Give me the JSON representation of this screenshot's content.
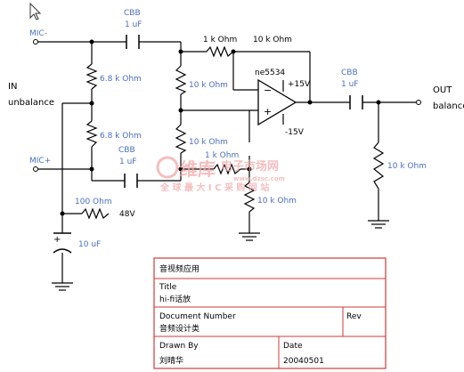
{
  "labels": {
    "mic_minus": "MIC-",
    "mic_plus": "MIC+",
    "in_line1": "IN",
    "in_line2": "unbalance",
    "out_line1": "OUT",
    "out_line2": "balance",
    "cbb_top_name": "CBB",
    "cbb_top_value": "1 uF",
    "cbb_mid_name": "CBB",
    "cbb_mid_value": "1 uF",
    "cbb_out_name": "CBB",
    "cbb_out_value": "1 uF",
    "r_68k_top": "6.8 k Ohm",
    "r_68k_bot": "6.8 k Ohm",
    "r_1k_top": "1 k Ohm",
    "r_10k_top": "10 k Ohm",
    "r_10k_mid": "10 k Ohm",
    "r_10k_low": "10 k Ohm",
    "r_1k_low": "1 k Ohm",
    "r_10k_out": "10 k Ohm",
    "r_10k_gnd": "10 k Ohm",
    "r_100": "100 Ohm",
    "v48": "48V",
    "cap_10uf": "10 uF",
    "opamp": "ne5534",
    "vplus": "+15V",
    "vminus": "-15V"
  },
  "watermark": {
    "brand": "维库",
    "site": "电子市场网",
    "url": "www.dzsc.com",
    "slogan": "全 球 最 大 I C 采 购 网 站"
  },
  "title_block": {
    "category": "音视频应用",
    "title_label": "Title",
    "title_value": "hi-fi话放",
    "docnum_label": "Document Number",
    "docnum_value": "音频设计类",
    "rev_label": "Rev",
    "drawn_label": "Drawn By",
    "drawn_value": "刘晴华",
    "date_label": "Date",
    "date_value": "20040501"
  },
  "colors": {
    "wire": "#000000",
    "label_blue": "#4a6fc0",
    "titleblock_border": "#d23a3a",
    "watermark": "#f2a9a9"
  }
}
